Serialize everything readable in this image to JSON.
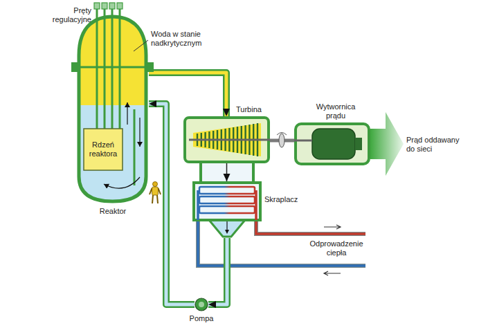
{
  "diagram": {
    "nodes": [
      {
        "text": [
          "Reaktor"
        ]
      },
      {
        "text": [
          "Rdzeń reaktora"
        ],
        "in": 0
      },
      {
        "text": [
          "Turbina"
        ]
      },
      {
        "text": [
          "Wytwornica prądu"
        ]
      },
      {
        "text": [
          "Prąd oddawany do sieci"
        ]
      },
      {
        "text": [
          "Skraplacz"
        ]
      },
      {
        "text": [
          "Pompa"
        ]
      }
    ],
    "edges": [
      {
        "from": 0,
        "to": 2,
        "arrow": "to"
      },
      {
        "from": 2,
        "to": 3,
        "arrow": "none"
      },
      {
        "from": 2,
        "to": 5,
        "arrow": "to"
      },
      {
        "from": 5,
        "to": 6,
        "arrow": "to"
      },
      {
        "from": 6,
        "to": 0,
        "arrow": "to"
      }
    ],
    "labels": [
      "Pręty regulacyjne",
      "Woda w stanie nadkrytycznym",
      "Odprowadzenie ciepła"
    ]
  }
}
